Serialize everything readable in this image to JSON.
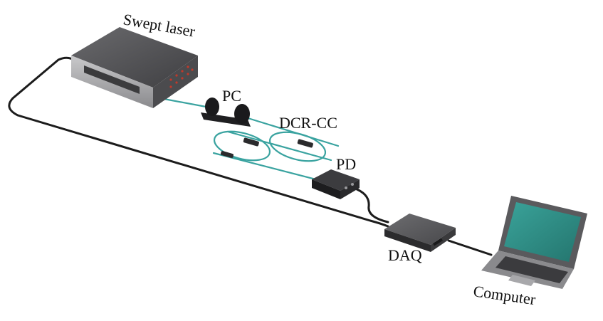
{
  "labels": {
    "laser": "Swept laser",
    "pc": "PC",
    "dcrcc": "DCR-CC",
    "pd": "PD",
    "daq": "DAQ",
    "computer": "Computer"
  },
  "colors": {
    "fiber": "#3aa3a0",
    "cable": "#1c1c1c",
    "device_dark": "#3a3a3c",
    "device_top": "#5b5b5e",
    "screen": "#2f8f86"
  }
}
